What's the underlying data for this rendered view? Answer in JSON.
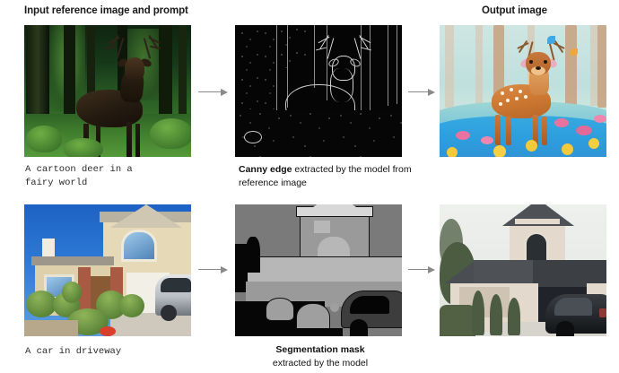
{
  "headers": {
    "input": "Input reference image and prompt",
    "output": "Output image"
  },
  "rows": [
    {
      "id": "deer",
      "prompt": "A cartoon deer in a\nfairy world",
      "caption_bold": "Canny edge",
      "caption_rest": " extracted by the model from reference image",
      "reference_alt": "Photograph of a red deer stag standing in a dark green forest",
      "control_alt": "Canny edge map: white outlines of the deer and forest on black",
      "output_alt": "Cartoon illustration of a spotted deer in a pastel fairy forest with flowers, water and butterflies"
    },
    {
      "id": "house",
      "prompt": "A car in driveway",
      "caption_bold": "Segmentation mask",
      "caption_rest": "extracted by the model",
      "reference_alt": "Photograph of a cream two-storey suburban house with bushes and a silver car in the driveway",
      "control_alt": "Grayscale segmentation mask of the house, bushes and car",
      "output_alt": "Generated photo of a modern house with a dark roof, garage and a dark car in the driveway"
    }
  ],
  "arrows": [
    {
      "name": "reference-to-control-deer"
    },
    {
      "name": "control-to-output-deer"
    },
    {
      "name": "reference-to-control-house"
    },
    {
      "name": "control-to-output-house"
    }
  ],
  "colors": {
    "arrow": "#8a8a8a",
    "text": "#111111",
    "prompt_text": "#2b2b2b",
    "background": "#ffffff"
  }
}
